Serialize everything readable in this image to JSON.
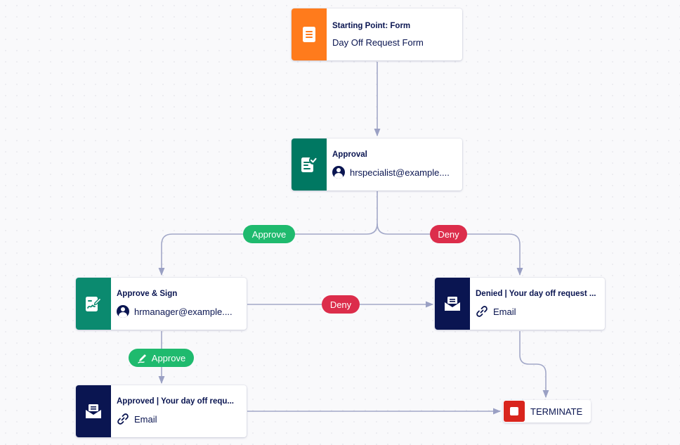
{
  "colors": {
    "form": "#ff7b1c",
    "approval": "#007862",
    "sign": "#0b8a6f",
    "email": "#0a1551",
    "approve": "#1fba6e",
    "deny": "#dc2d4b",
    "terminate": "#d9251d",
    "edge": "#a2a8c8"
  },
  "nodes": {
    "start": {
      "title": "Starting Point: Form",
      "subtitle": "Day Off Request Form",
      "icon": "form-icon"
    },
    "approval": {
      "title": "Approval",
      "assignee": "hrspecialist@example....",
      "icon": "approval-icon"
    },
    "approve_sign": {
      "title": "Approve & Sign",
      "assignee": "hrmanager@example....",
      "icon": "sign-icon"
    },
    "denied": {
      "title": "Denied | Your day off request ...",
      "subtitle": "Email",
      "icon": "email-icon"
    },
    "approved": {
      "title": "Approved | Your day off requ...",
      "subtitle": "Email",
      "icon": "email-icon"
    },
    "terminate": {
      "label": "TERMINATE",
      "icon": "stop-icon"
    }
  },
  "edges": {
    "approve_label": "Approve",
    "deny_label": "Deny",
    "deny2_label": "Deny",
    "approve2_label": "Approve"
  }
}
